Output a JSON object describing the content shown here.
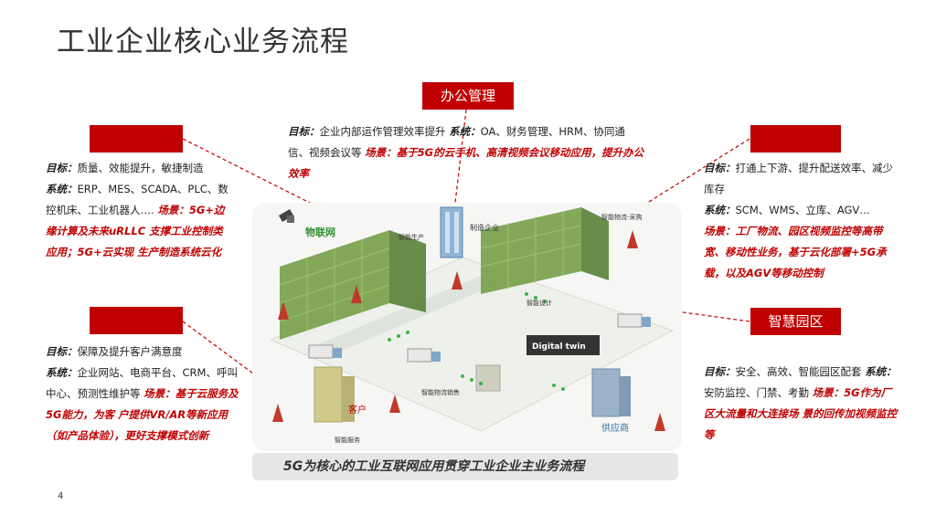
{
  "title": "工业企业核心业务流程",
  "page_number": "4",
  "tags": {
    "office": "办公管理",
    "top_left": "",
    "top_right": "",
    "mid_left": "",
    "park": "智慧园区"
  },
  "labels": {
    "goal": "目标：",
    "system": "系统：",
    "scene": "场景："
  },
  "blocks": {
    "office": {
      "goal": "企业内部运作管理效率提升",
      "system": "OA、财务管理、HRM、协同通信、视频会议等",
      "scene": "基于5G的云手机、高清视频会议移动应用，提升办公效率"
    },
    "manufacturing": {
      "goal": "质量、效能提升，敏捷制造",
      "system": "ERP、MES、SCADA、PLC、数控机床、工业机器人….",
      "scene": "5G+边缘计算及未来uRLLC 支撑工业控制类应用；5G+云实现 生产制造系统云化"
    },
    "customer": {
      "goal": "保障及提升客户满意度",
      "system": "企业网站、电商平台、CRM、呼叫中心、预测性维护等",
      "scene": "基于云服务及5G能力，为客 户提供VR/AR等新应用（如产品体验），更好支撑模式创新"
    },
    "logistics": {
      "goal": "打通上下游、提升配送效率、减少库存",
      "system": "SCM、WMS、立库、AGV…",
      "scene": "工厂物流、园区视频监控等高带宽、移动性业务，基于云化部署+5G承载，以及AGV等移动控制"
    },
    "park": {
      "goal": "安全、高效、智能园区配套",
      "system": "安防监控、门禁、考勤",
      "scene": "5G作为厂区大流量和大连接场 景的回传加视频监控等"
    }
  },
  "illustration": {
    "iot": "物联网",
    "factory": "制造企业",
    "digital_twin": "Digital twin",
    "customer": "客户",
    "supplier": "供应商",
    "smart_logistics": "智能物流-采购",
    "smart_production": "智能生产",
    "smart_design": "智能设计",
    "smart_sales": "智能物流销售",
    "smart_service": "智能服务"
  },
  "caption": "5G为核心的工业互联网应用贯穿工业企业主业务流程",
  "colors": {
    "accent": "#c00000",
    "caption_bg": "#e6e6e6"
  }
}
